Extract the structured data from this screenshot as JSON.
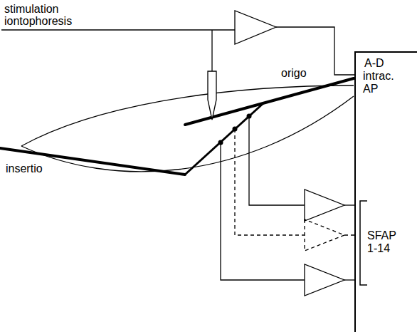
{
  "diagram": {
    "nodes": [
      {
        "text": [
          "A-D",
          "intrac. AP",
          "SFAP 1-14"
        ]
      }
    ],
    "labels": [
      "stimulation iontophoresis",
      "origo",
      "insertio"
    ]
  }
}
